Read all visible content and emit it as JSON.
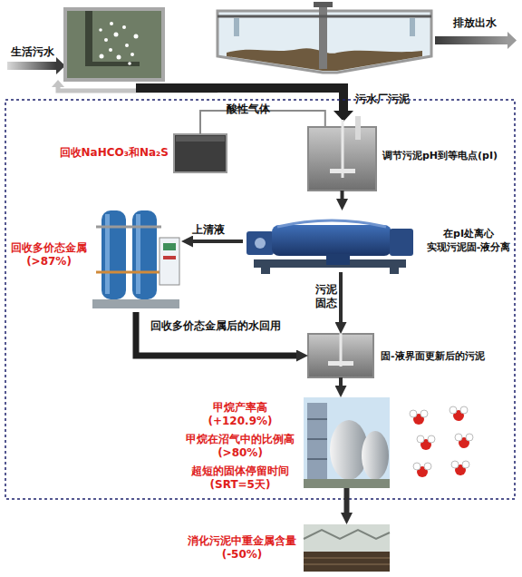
{
  "diagram": {
    "nodes": [
      {
        "text": [
          "回收NaHCO₃和Na₂S"
        ]
      },
      {
        "text": [
          "调节污泥pH到等电点(pI)"
        ]
      },
      {
        "text": [
          "在pI处离心 实现污泥固-液分离"
        ]
      },
      {
        "text": [
          "回收多价态金属 (>87%)"
        ]
      },
      {
        "text": [
          "固-液界面更新后的污泥"
        ]
      },
      {
        "text": [
          "甲烷产率高 (+120.9%)",
          "甲烷在沼气中的比例高 (>80%)",
          "超短的固体停留时间 (SRT=5天)"
        ]
      },
      {
        "text": [
          "消化污泥中重金属含量 (-50%)"
        ]
      }
    ],
    "edges": [
      {
        "from": 1,
        "to": 0,
        "label": "酸性气体",
        "arrow": "none"
      },
      {
        "from": 1,
        "to": 2,
        "arrow": "to"
      },
      {
        "from": 2,
        "to": 3,
        "label": "上清液",
        "arrow": "to"
      },
      {
        "from": 2,
        "to": 4,
        "label": "污泥固态",
        "arrow": "to"
      },
      {
        "from": 3,
        "to": 4,
        "label": "回收多价态金属后的水回用",
        "arrow": "to"
      },
      {
        "from": 4,
        "to": 5,
        "arrow": "to"
      },
      {
        "from": 5,
        "to": 6,
        "arrow": "to"
      }
    ],
    "labels": [
      "生活污水",
      "排放出水",
      "污水厂污泥"
    ]
  }
}
